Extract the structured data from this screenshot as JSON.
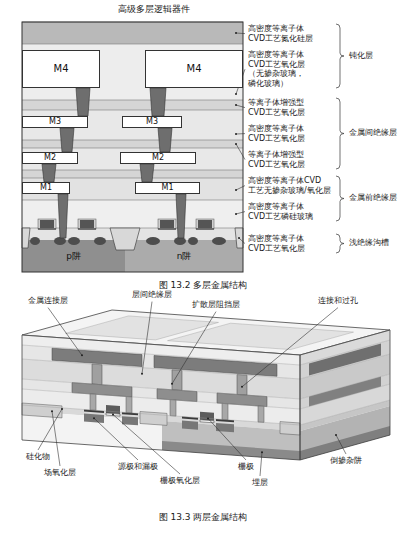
{
  "diagram": {
    "nodes": [
      {
        "text": [
          "M4"
        ]
      },
      {
        "text": [
          "M4"
        ]
      },
      {
        "text": [
          "M3"
        ]
      },
      {
        "text": [
          "M3"
        ]
      },
      {
        "text": [
          "M2"
        ]
      },
      {
        "text": [
          "M2"
        ]
      },
      {
        "text": [
          "M1"
        ]
      },
      {
        "text": [
          "M1"
        ]
      },
      {
        "text": [
          "p阱"
        ]
      },
      {
        "text": [
          "n阱"
        ]
      }
    ],
    "labels": [
      "高级多层逻辑器件",
      "高密度等离子体 CVD工艺氮化硅层",
      "钝化层",
      "高密度等离子体 CVD工艺氧化层 （无掺杂玻璃， 磷化玻璃）",
      "等离子体增强型 CVD工艺氧化层",
      "高密度等离子体 CVD工艺氧化层",
      "金属间绝缘层",
      "等离子体增强型 CVD工艺氧化层",
      "高密度等离子体CVD 工艺无掺杂玻璃/氧化层",
      "金属前绝缘层",
      "高密度等离子体 CVD工艺磷硅玻璃",
      "高密度等离子体 CVD工艺氧化层",
      "浅绝缘沟槽",
      "图 13.2 多层金属结构",
      "金属连接层",
      "层间绝缘层",
      "扩散层阻挡层",
      "连接和过孔",
      "硅化物",
      "场氧化层",
      "源极和漏极",
      "栅极氧化层",
      "栅极",
      "埋层",
      "倒掺杂阱",
      "图 13.3 两层金属结构"
    ]
  }
}
